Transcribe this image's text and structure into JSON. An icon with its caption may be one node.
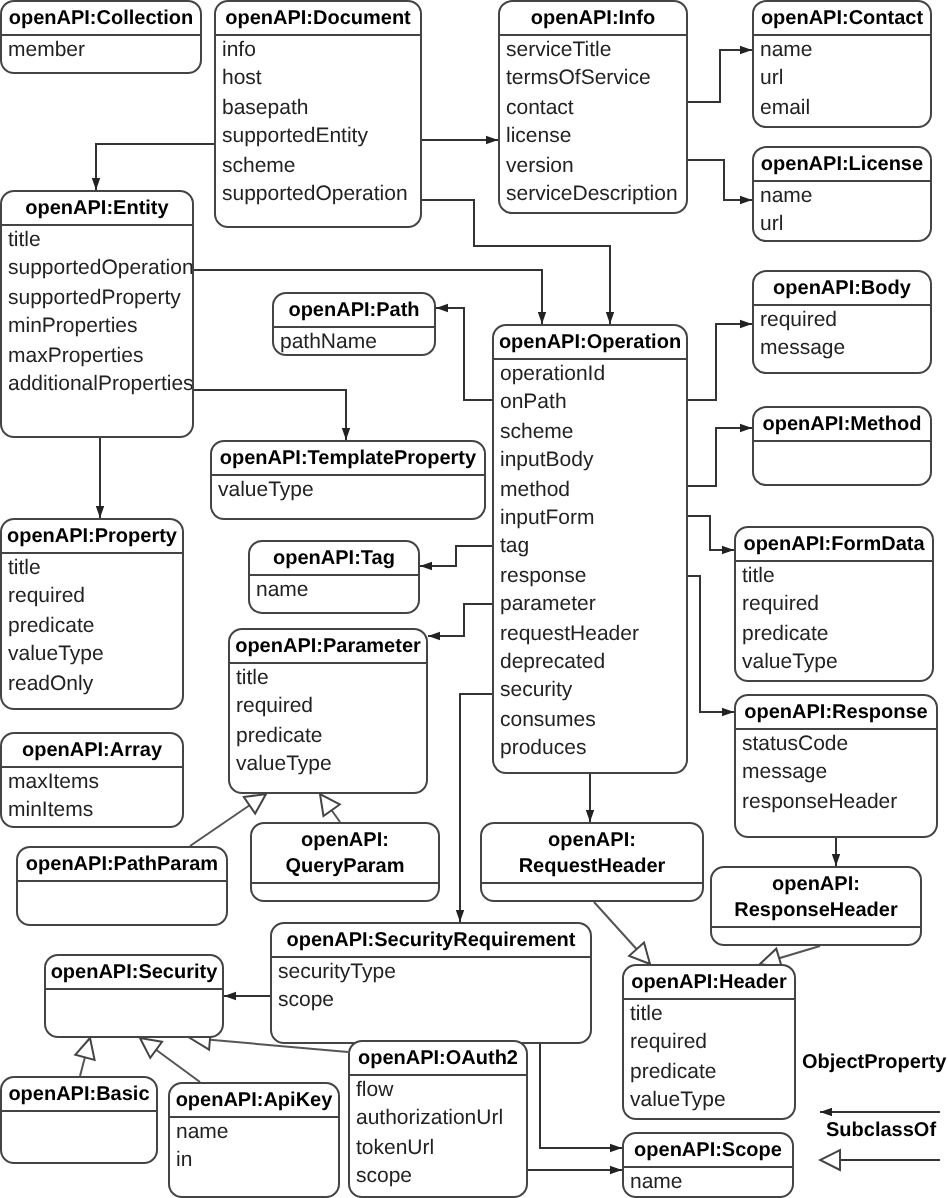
{
  "diagram": {
    "nodes": [
      {
        "text": [
          "openAPI:Collection",
          "member"
        ]
      },
      {
        "text": [
          "openAPI:Document",
          "info",
          "host",
          "basepath",
          "supportedEntity",
          "scheme",
          "supportedOperation"
        ]
      },
      {
        "text": [
          "openAPI:Info",
          "serviceTitle",
          "termsOfService",
          "contact",
          "license",
          "version",
          "serviceDescription"
        ]
      },
      {
        "text": [
          "openAPI:Contact",
          "name",
          "url",
          "email"
        ]
      },
      {
        "text": [
          "openAPI:License",
          "name",
          "url"
        ]
      },
      {
        "text": [
          "openAPI:Entity",
          "title",
          "supportedOperation",
          "supportedProperty",
          "minProperties",
          "maxProperties",
          "additionalProperties"
        ]
      },
      {
        "text": [
          "openAPI:Path",
          "pathName"
        ]
      },
      {
        "text": [
          "openAPI:Operation",
          "operationId",
          "onPath",
          "scheme",
          "inputBody",
          "method",
          "inputForm",
          "tag",
          "response",
          "parameter",
          "requestHeader",
          "deprecated",
          "security",
          "consumes",
          "produces"
        ]
      },
      {
        "text": [
          "openAPI:Body",
          "required",
          "message"
        ]
      },
      {
        "text": [
          "openAPI:TemplateProperty",
          "valueType"
        ]
      },
      {
        "text": [
          "openAPI:Method"
        ]
      },
      {
        "text": [
          "openAPI:Property",
          "title",
          "required",
          "predicate",
          "valueType",
          "readOnly"
        ]
      },
      {
        "text": [
          "openAPI:Tag",
          "name"
        ]
      },
      {
        "text": [
          "openAPI:FormData",
          "title",
          "required",
          "predicate",
          "valueType"
        ]
      },
      {
        "text": [
          "openAPI:Parameter",
          "title",
          "required",
          "predicate",
          "valueType"
        ]
      },
      {
        "text": [
          "openAPI:Array",
          "maxItems",
          "minItems"
        ]
      },
      {
        "text": [
          "openAPI:Response",
          "statusCode",
          "message",
          "responseHeader"
        ]
      },
      {
        "text": [
          "openAPI:PathParam"
        ]
      },
      {
        "text": [
          "openAPI: QueryParam"
        ]
      },
      {
        "text": [
          "openAPI: RequestHeader"
        ]
      },
      {
        "text": [
          "openAPI: ResponseHeader"
        ]
      },
      {
        "text": [
          "openAPI:SecurityRequirement",
          "securityType",
          "scope"
        ]
      },
      {
        "text": [
          "openAPI:Security"
        ]
      },
      {
        "text": [
          "openAPI:Header",
          "title",
          "required",
          "predicate",
          "valueType"
        ]
      },
      {
        "text": [
          "openAPI:Basic"
        ]
      },
      {
        "text": [
          "openAPI:ApiKey",
          "name",
          "in"
        ]
      },
      {
        "text": [
          "openAPI:OAuth2",
          "flow",
          "authorizationUrl",
          "tokenUrl",
          "scope"
        ]
      },
      {
        "text": [
          "openAPI:Scope",
          "name"
        ]
      }
    ],
    "edges": [
      {
        "from": 1,
        "to": 5,
        "arrow": "to"
      },
      {
        "from": 1,
        "to": 2,
        "arrow": "to"
      },
      {
        "from": 1,
        "to": 7,
        "arrow": "to"
      },
      {
        "from": 2,
        "to": 3,
        "arrow": "to"
      },
      {
        "from": 2,
        "to": 4,
        "arrow": "to"
      },
      {
        "from": 5,
        "to": 7,
        "arrow": "to"
      },
      {
        "from": 5,
        "to": 9,
        "arrow": "to"
      },
      {
        "from": 5,
        "to": 11,
        "arrow": "to"
      },
      {
        "from": 7,
        "to": 6,
        "arrow": "to"
      },
      {
        "from": 7,
        "to": 8,
        "arrow": "to"
      },
      {
        "from": 7,
        "to": 10,
        "arrow": "to"
      },
      {
        "from": 7,
        "to": 12,
        "arrow": "to"
      },
      {
        "from": 7,
        "to": 13,
        "arrow": "to"
      },
      {
        "from": 7,
        "to": 14,
        "arrow": "to"
      },
      {
        "from": 7,
        "to": 16,
        "arrow": "to"
      },
      {
        "from": 7,
        "to": 19,
        "arrow": "to"
      },
      {
        "from": 7,
        "to": 21,
        "arrow": "to"
      },
      {
        "from": 16,
        "to": 20,
        "arrow": "to"
      },
      {
        "from": 21,
        "to": 22,
        "arrow": "to"
      },
      {
        "from": 21,
        "to": 27,
        "arrow": "to"
      },
      {
        "from": 26,
        "to": 27,
        "arrow": "to"
      },
      {
        "from": 17,
        "to": 14,
        "arrow": "to",
        "color": "#555555"
      },
      {
        "from": 18,
        "to": 14,
        "arrow": "to",
        "color": "#555555"
      },
      {
        "from": 19,
        "to": 23,
        "arrow": "to",
        "color": "#555555"
      },
      {
        "from": 20,
        "to": 23,
        "arrow": "to",
        "color": "#555555"
      },
      {
        "from": 24,
        "to": 22,
        "arrow": "to",
        "color": "#555555"
      },
      {
        "from": 25,
        "to": 22,
        "arrow": "to",
        "color": "#555555"
      },
      {
        "from": 26,
        "to": 22,
        "arrow": "to",
        "color": "#555555"
      }
    ],
    "legend": [
      {
        "text": "ObjectProperty"
      },
      {
        "text": "SubclassOf"
      }
    ]
  }
}
